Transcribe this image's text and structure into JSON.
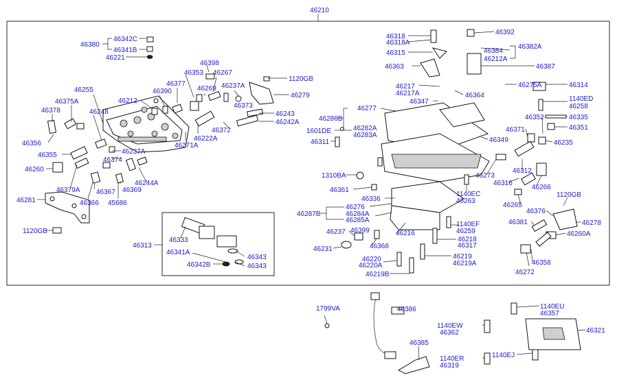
{
  "diagram": {
    "title_label": "46210",
    "labels": {
      "l46380": "46380",
      "l46342C": "46342C",
      "l46341B": "46341B",
      "l46221": "46221",
      "l46398": "46398",
      "l46267": "46267",
      "l46353": "46353",
      "l1120GB_top": "1120GB",
      "l46377": "46377",
      "l46269": "46269",
      "l46237A_top": "46237A",
      "l46279": "46279",
      "l46255": "46255",
      "l46212": "46212",
      "l46390": "46390",
      "l46373": "46373",
      "l46375A": "46375A",
      "l46378": "46378",
      "l46248": "46248",
      "l46243": "46243",
      "l46242A": "46242A",
      "l46372": "46372",
      "l46222A": "46222A",
      "l46356": "46356",
      "l46271A": "46271A",
      "l46237A_mid": "46237A",
      "l46355": "46355",
      "l46374": "46374",
      "l46260": "46260",
      "l46244A": "46244A",
      "l46379A": "46379A",
      "l46367": "46367",
      "l46369": "46369",
      "l46281": "46281",
      "l46366": "46366",
      "l45686": "45686",
      "l1120GB_left": "1120GB",
      "l46313": "46313",
      "l46333": "46333",
      "l46341A": "46341A",
      "l46343a": "46343",
      "l46342B": "46342B",
      "l46343b": "46343",
      "l46318": "46318",
      "l46318A": "46318A",
      "l46392": "46392",
      "l46315": "46315",
      "l46384": "46384",
      "l46382A": "46382A",
      "l46212A": "46212A",
      "l46363": "46363",
      "l46387": "46387",
      "l46217": "46217",
      "l46217A": "46217A",
      "l46364": "46364",
      "l46275A": "46275A",
      "l46314": "46314",
      "l46347": "46347",
      "l1140ED": "1140ED",
      "l46258": "46258",
      "l46277": "46277",
      "l46286B": "46286B",
      "l46352": "46352",
      "l46335": "46335",
      "l46351": "46351",
      "l46282A": "46282A",
      "l46283A": "46283A",
      "l46371": "46371",
      "l1601DE": "1601DE",
      "l46311": "46311",
      "l46349": "46349",
      "l46235": "46235",
      "l1310BA": "1310BA",
      "l46273": "46273",
      "l46312": "46312",
      "l46316": "46316",
      "l46266": "46266",
      "l46361": "46361",
      "l1140EC": "1140EC",
      "l46263": "46263",
      "l46336": "46336",
      "l46276": "46276",
      "l46265": "46265",
      "l1120GB_right": "1120GB",
      "l46287B": "46287B",
      "l46284A": "46284A",
      "l46285A": "46285A",
      "l46376": "46376",
      "l46381": "46381",
      "l46278": "46278",
      "l46237": "46237",
      "l46399": "46399",
      "l1140EF": "1140EF",
      "l46259": "46259",
      "l46216": "46216",
      "l46218": "46218",
      "l46317": "46317",
      "l46260A": "46260A",
      "l46368": "46368",
      "l46231": "46231",
      "l46219": "46219",
      "l46219A": "46219A",
      "l46220": "46220",
      "l46220A": "46220A",
      "l46358": "46358",
      "l46219B": "46219B",
      "l46272": "46272",
      "l1799VA": "1799VA",
      "l46386": "46386",
      "l1140EU": "1140EU",
      "l46357": "46357",
      "l1140EW": "1140EW",
      "l46362": "46362",
      "l46321": "46321",
      "l46385": "46385",
      "l1140ER": "1140ER",
      "l46319": "46319",
      "l1140EJ": "1140EJ"
    }
  }
}
